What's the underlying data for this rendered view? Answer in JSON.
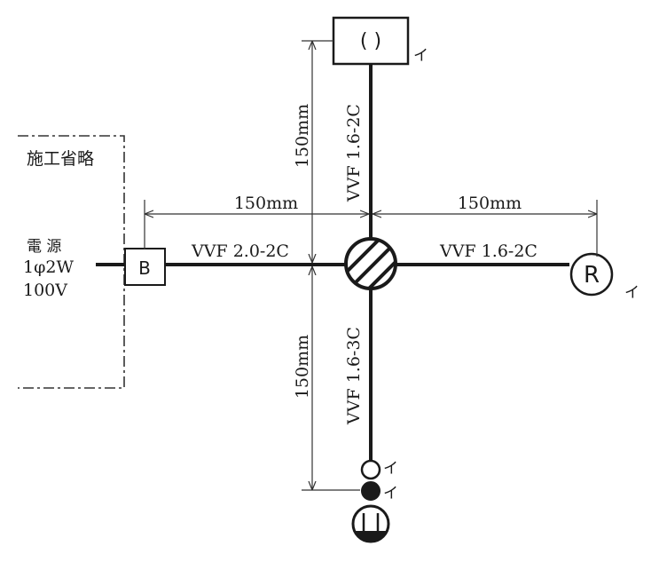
{
  "omitted_area": {
    "label": "施工省略"
  },
  "power_source": {
    "line1": "電 源",
    "line2": "1φ2W",
    "line3": "100V"
  },
  "breaker": {
    "symbol": "B"
  },
  "cables": {
    "left": "VVF 2.0-2C",
    "right": "VVF 1.6-2C",
    "top": "VVF 1.6-2C",
    "bottom": "VVF 1.6-3C"
  },
  "dimensions": {
    "left": "150mm",
    "right": "150mm",
    "top": "150mm",
    "bottom": "150mm"
  },
  "devices": {
    "ceiling_light": {
      "symbol": "( )",
      "switch_ref": "イ"
    },
    "receptacle_light": {
      "symbol": "R",
      "switch_ref": "イ"
    },
    "switch": {
      "switch_ref": "イ"
    },
    "pilot_lamp": {
      "switch_ref": "イ"
    }
  }
}
